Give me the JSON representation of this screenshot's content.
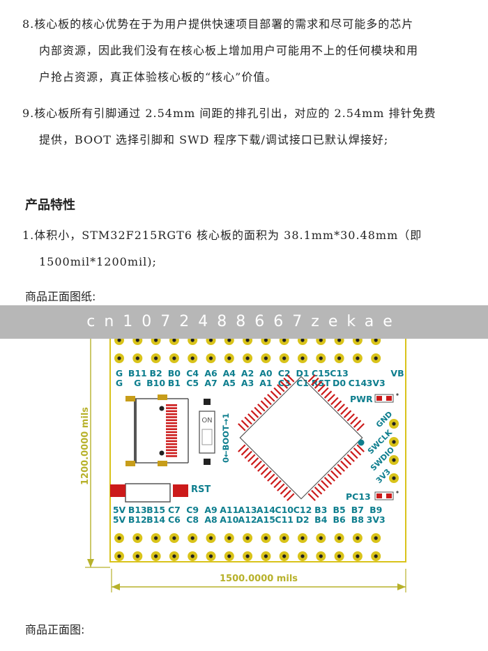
{
  "para8": {
    "line1": "8.核心板的核心优势在于为用户提供快速项目部署的需求和尽可能多的芯片",
    "line2": "内部资源，因此我们没有在核心板上增加用户可能用不上的任何模块和用",
    "line3": "户抢占资源，真正体验核心板的“核心”价值。"
  },
  "para9": {
    "line1": "9.核心板所有引脚通过 2.54mm 间距的排孔引出，对应的 2.54mm 排针免费",
    "line2": "提供，BOOT 选择引脚和 SWD 程序下载/调试接口已默认焊接好;"
  },
  "features": {
    "heading": "产品特性",
    "item1_line1": "1.体积小，STM32F215RGT6 核心板的面积为 38.1mm*30.48mm（即",
    "item1_line2": "1500mil*1200mil);"
  },
  "captions": {
    "front_drawing": "商品正面图纸:",
    "front_photo": "商品正面图:"
  },
  "watermark": "cn1072488667zekae",
  "board": {
    "top_row1": [
      "G",
      "B11",
      "B2",
      "B0",
      "C4",
      "A6",
      "A4",
      "A2",
      "A0",
      "C2",
      "D1",
      "C15",
      "C13",
      "VB"
    ],
    "top_row2": [
      "G",
      "G",
      "B10",
      "B1",
      "C5",
      "A7",
      "A5",
      "A3",
      "A1",
      "C3",
      "C1",
      "RST",
      "D0",
      "C14",
      "3V3"
    ],
    "bot_row1": [
      "5V",
      "B13",
      "B15",
      "C7",
      "C9",
      "A9",
      "A11",
      "A13",
      "A14",
      "C10",
      "C12",
      "B3",
      "B5",
      "B7",
      "B9"
    ],
    "bot_row2": [
      "5V",
      "B12",
      "B14",
      "C6",
      "C8",
      "A8",
      "A10",
      "A12",
      "A15",
      "C11",
      "D2",
      "B4",
      "B6",
      "B8",
      "3V3"
    ],
    "swd_pins": [
      "GND",
      "SWCLK",
      "SWDIO",
      "3V3"
    ],
    "pwr_label": "PWR",
    "pc13_label": "PC13",
    "rst_label": "RST",
    "boot_on": "ON",
    "boot_label": "0←BOOT→1",
    "dim_height": "1200.0000 mils",
    "dim_width": "1500.0000 mils",
    "colors": {
      "silk": "#0e7e8e",
      "pad": "#cc1a1a",
      "gold": "#d9c31a",
      "dim": "#b7b12a"
    }
  }
}
